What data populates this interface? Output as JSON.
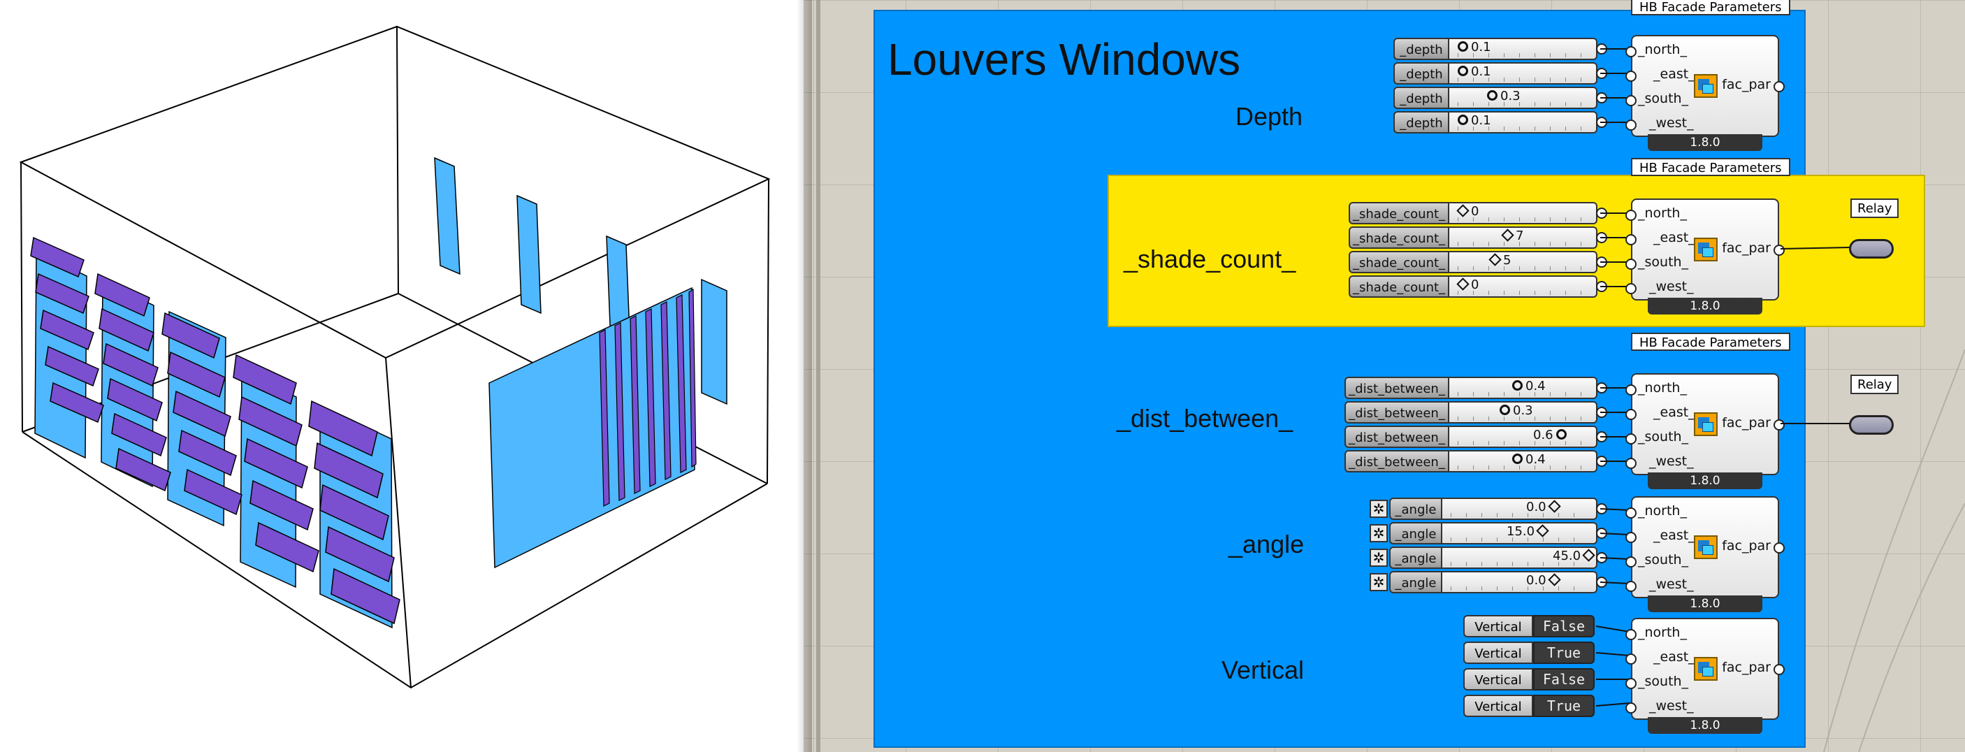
{
  "canvas": {
    "group_title": "Louvers Windows",
    "component_name": "HB Facade Parameters",
    "version": "1.8.0",
    "component_output": "fac_par",
    "inputs": [
      "_north_",
      "_east_",
      "_south_",
      "_west_"
    ],
    "relay_label": "Relay",
    "rows": [
      {
        "label": "Depth",
        "sliders": [
          {
            "name": "_depth",
            "value": "0.1"
          },
          {
            "name": "_depth",
            "value": "0.1"
          },
          {
            "name": "_depth",
            "value": "0.3"
          },
          {
            "name": "_depth",
            "value": "0.1"
          }
        ]
      },
      {
        "label": "_shade_count_",
        "sliders": [
          {
            "name": "_shade_count_",
            "value": "0"
          },
          {
            "name": "_shade_count_",
            "value": "7"
          },
          {
            "name": "_shade_count_",
            "value": "5"
          },
          {
            "name": "_shade_count_",
            "value": "0"
          }
        ]
      },
      {
        "label": "_dist_between_",
        "sliders": [
          {
            "name": "_dist_between_",
            "value": "0.4"
          },
          {
            "name": "_dist_between_",
            "value": "0.3"
          },
          {
            "name": "_dist_between_",
            "value": "0.6"
          },
          {
            "name": "_dist_between_",
            "value": "0.4"
          }
        ]
      },
      {
        "label": "_angle",
        "sliders": [
          {
            "name": "_angle",
            "value": "0.0"
          },
          {
            "name": "_angle",
            "value": "15.0"
          },
          {
            "name": "_angle",
            "value": "45.0"
          },
          {
            "name": "_angle",
            "value": "0.0"
          }
        ]
      },
      {
        "label": "Vertical",
        "toggles": [
          {
            "name": "Vertical",
            "value": "False"
          },
          {
            "name": "Vertical",
            "value": "True"
          },
          {
            "name": "Vertical",
            "value": "False"
          },
          {
            "name": "Vertical",
            "value": "True"
          }
        ]
      }
    ]
  },
  "colors": {
    "group_blue": "#0094ff",
    "group_yellow": "#ffe600",
    "glass": "#4fb8ff",
    "louver": "#7a4fd0"
  }
}
